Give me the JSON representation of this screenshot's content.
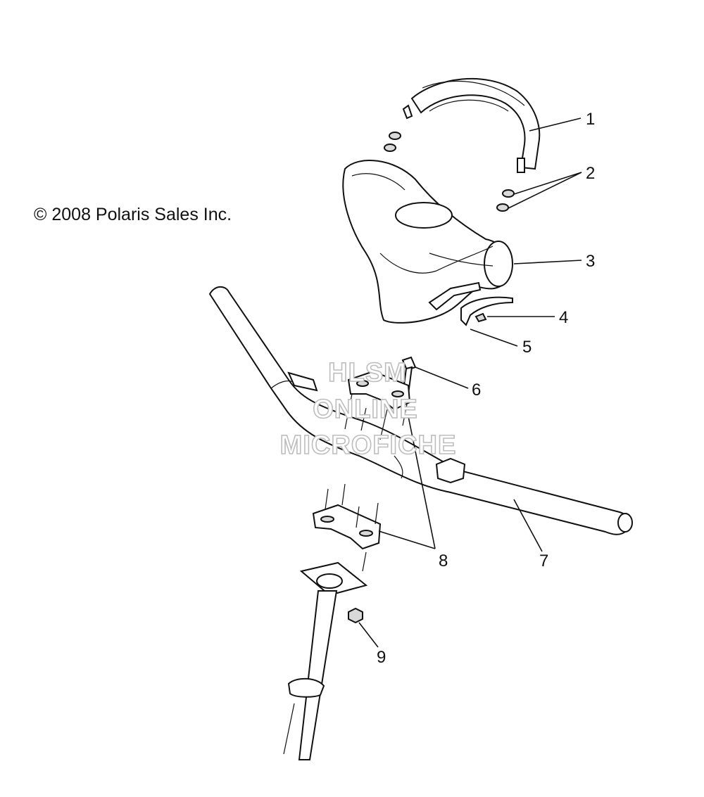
{
  "copyright": "© 2008 Polaris Sales Inc.",
  "watermark": {
    "line1": "HLSM",
    "line2": "ONLINE",
    "line3": "MICROFICHE"
  },
  "callouts": [
    "1",
    "2",
    "3",
    "4",
    "5",
    "6",
    "7",
    "8",
    "9"
  ]
}
